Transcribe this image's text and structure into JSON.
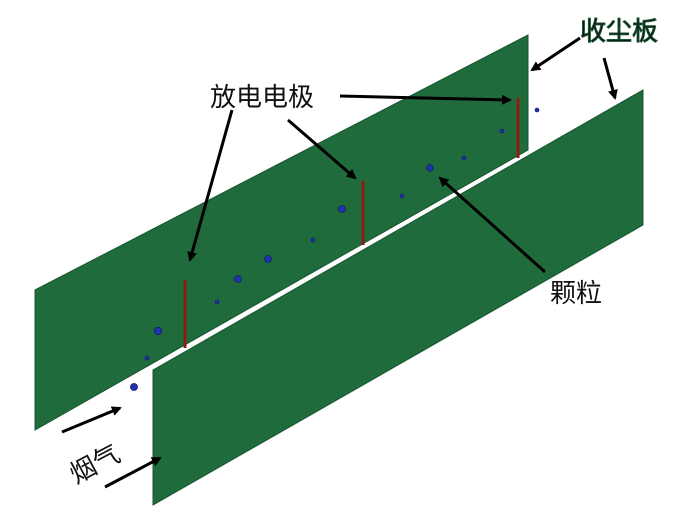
{
  "labels": {
    "collector_plate": "收尘板",
    "discharge_electrode": "放电电极",
    "particle": "颗粒",
    "flue_gas": "烟气"
  },
  "colors": {
    "plate": "#1f6b3c",
    "plate_edge": "#175530",
    "electrode": "#8b1e12",
    "particle": "#2233aa",
    "arrow": "#000000"
  }
}
